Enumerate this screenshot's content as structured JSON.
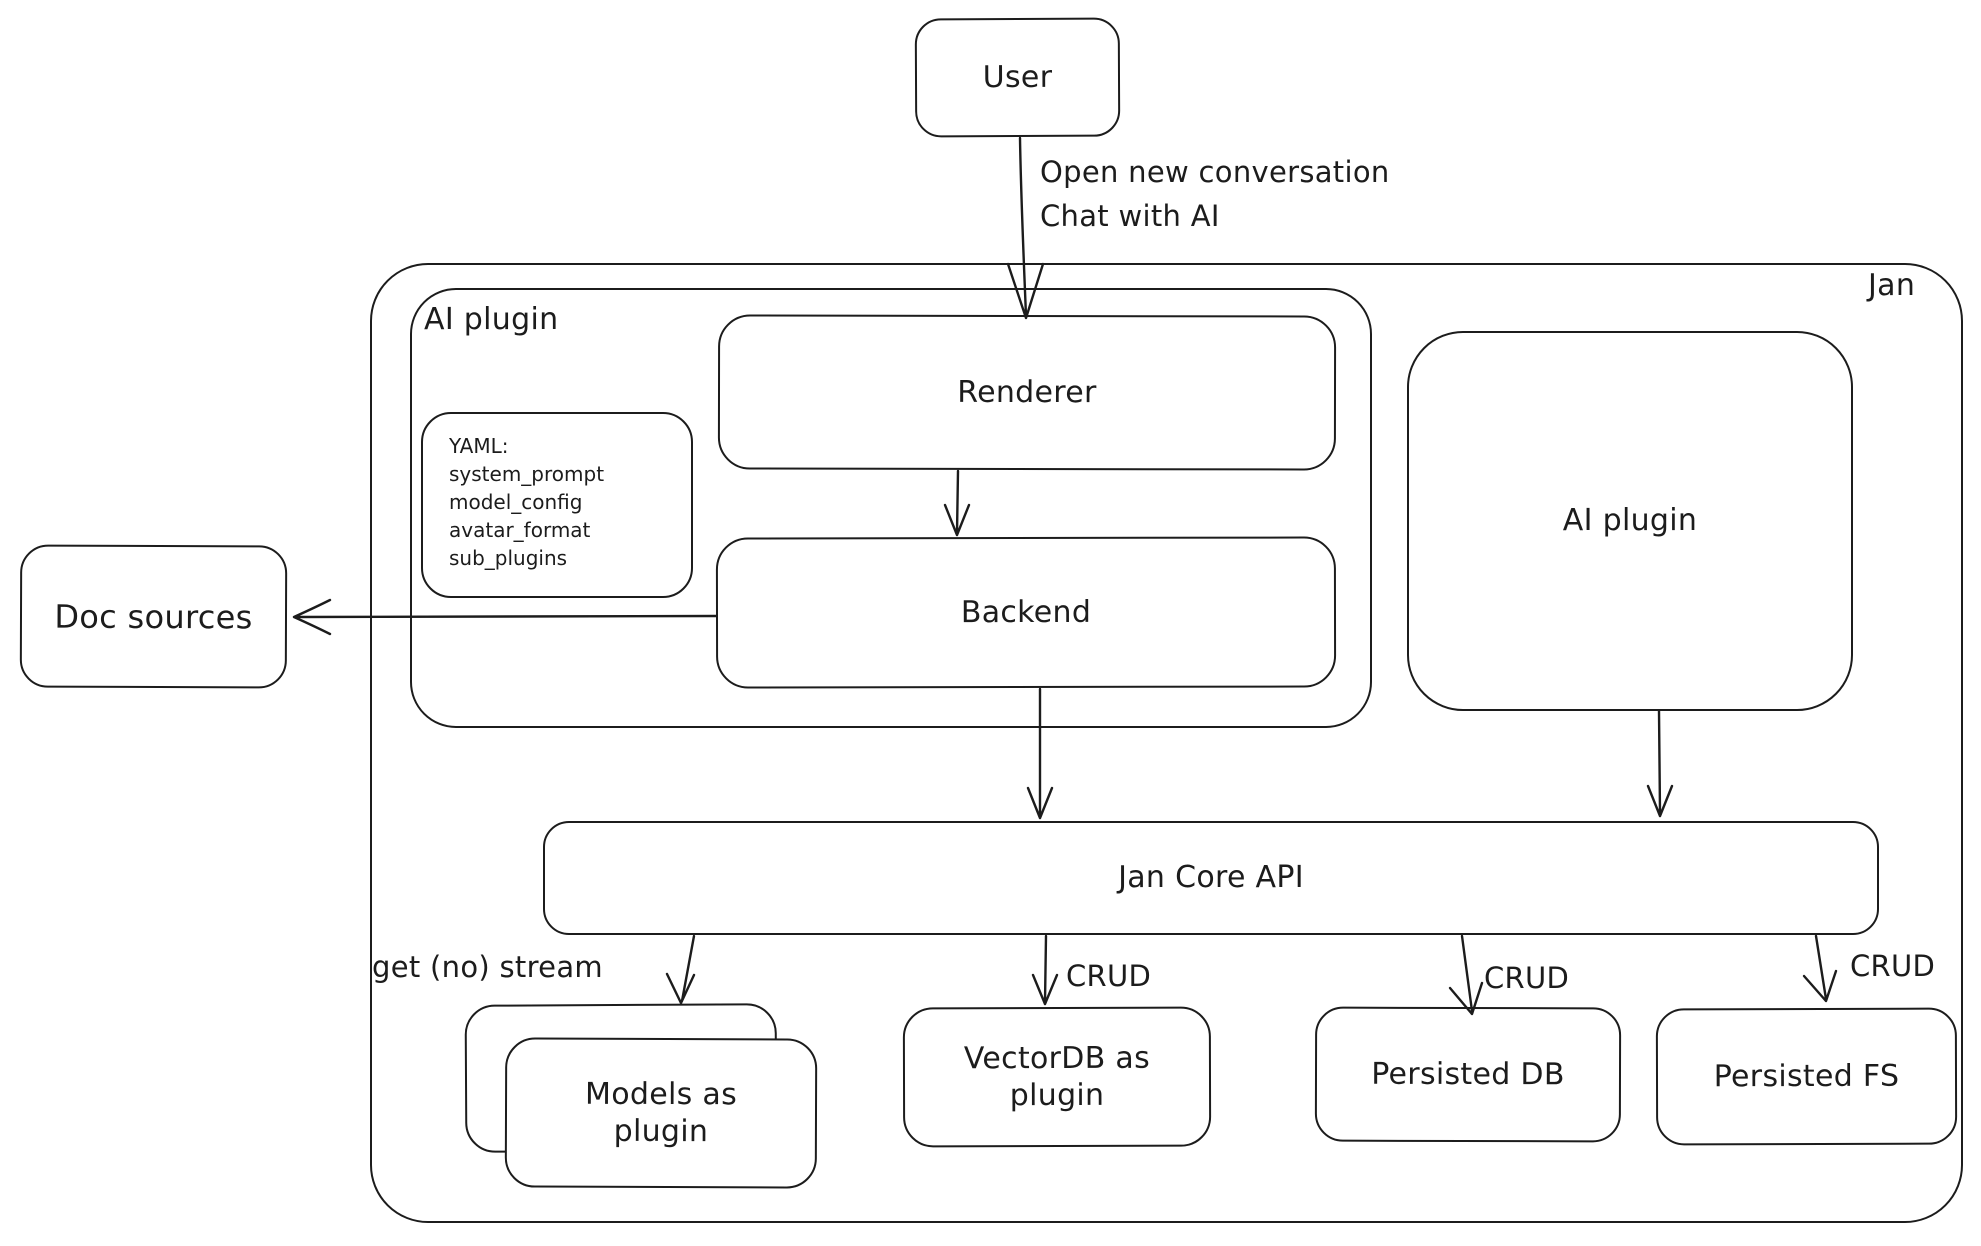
{
  "palette": {
    "ink": "#1c1c1c",
    "background": "#ffffff"
  },
  "nodes": {
    "user": {
      "label": "User"
    },
    "jan": {
      "label": "Jan"
    },
    "ai_plugin_left": {
      "label": "AI plugin"
    },
    "yaml_note": {
      "lines": [
        "YAML:",
        "system_prompt",
        "model_config",
        "avatar_format",
        "sub_plugins"
      ]
    },
    "renderer": {
      "label": "Renderer"
    },
    "backend": {
      "label": "Backend"
    },
    "doc_sources": {
      "label": "Doc sources"
    },
    "ai_plugin_right": {
      "label": "AI plugin"
    },
    "jan_core_api": {
      "label": "Jan Core API"
    },
    "models_plugin": {
      "label": "Models as plugin"
    },
    "vectordb_plugin": {
      "label": "VectorDB as plugin"
    },
    "persisted_db": {
      "label": "Persisted DB"
    },
    "persisted_fs": {
      "label": "Persisted FS"
    }
  },
  "edges": {
    "user_to_renderer": {
      "line1": "Open new conversation",
      "line2": "Chat with AI"
    },
    "core_to_models": {
      "label": "get (no) stream"
    },
    "core_to_vectordb": {
      "label": "CRUD"
    },
    "core_to_persisted_db": {
      "label": "CRUD"
    },
    "core_to_persisted_fs": {
      "label": "CRUD"
    }
  }
}
